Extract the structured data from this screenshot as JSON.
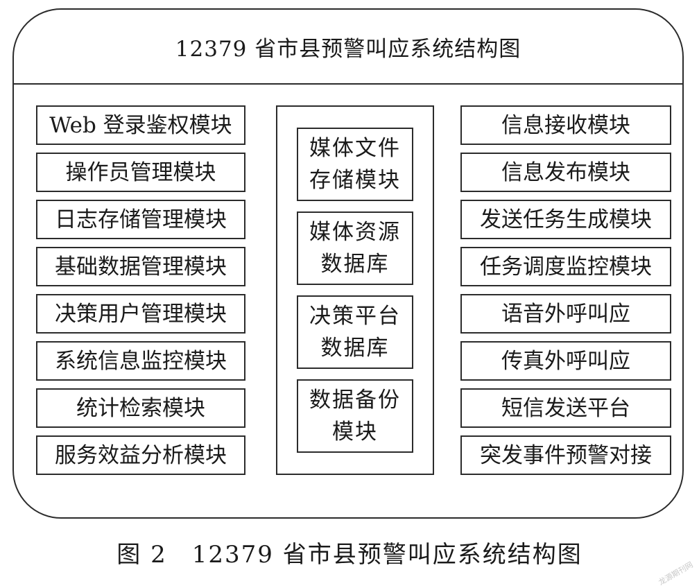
{
  "diagram": {
    "title": "12379 省市县预警叫应系统结构图",
    "left_modules": [
      "Web 登录鉴权模块",
      "操作员管理模块",
      "日志存储管理模块",
      "基础数据管理模块",
      "决策用户管理模块",
      "系统信息监控模块",
      "统计检索模块",
      "服务效益分析模块"
    ],
    "center_modules": [
      {
        "line1": "媒体文件",
        "line2": "存储模块"
      },
      {
        "line1": "媒体资源",
        "line2": "数据库"
      },
      {
        "line1": "决策平台",
        "line2": "数据库"
      },
      {
        "line1": "数据备份",
        "line2": "模块"
      }
    ],
    "right_modules": [
      "信息接收模块",
      "信息发布模块",
      "发送任务生成模块",
      "任务调度监控模块",
      "语音外呼叫应",
      "传真外呼叫应",
      "短信发送平台",
      "突发事件预警对接"
    ]
  },
  "caption": "图 2　12379 省市县预警叫应系统结构图",
  "watermark": "龙源期刊网"
}
